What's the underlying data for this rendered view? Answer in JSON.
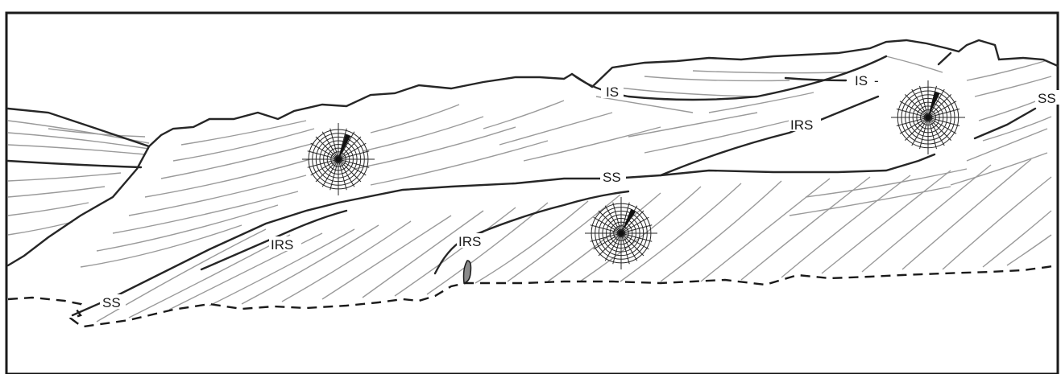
{
  "labels": {
    "is_left": "IS",
    "is_right": "IS",
    "irs_upper": "IRS",
    "irs_left": "IRS",
    "irs_middle": "IRS",
    "ss_center": "SS",
    "ss_right": "SS",
    "ss_lower_left": "SS"
  },
  "colors": {
    "frame": "#1a1a1a",
    "outline": "#1a1a1a",
    "surface": "#262626",
    "foreset": "#9a9a9a",
    "rose_grid": "#262626",
    "rose_petal": "#111111"
  }
}
